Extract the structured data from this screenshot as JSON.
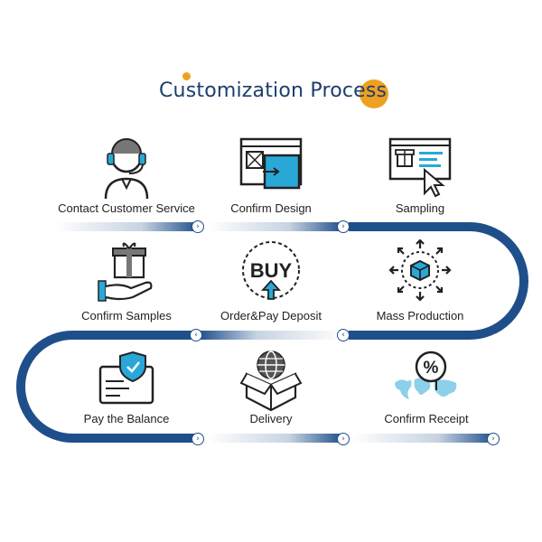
{
  "title": "Customization Process",
  "accent_color": "#f0a020",
  "track_color": "#1f4f8a",
  "steps": [
    {
      "label": "Contact Customer Service",
      "icon": "customer-service-headset-icon"
    },
    {
      "label": "Confirm Design",
      "icon": "design-window-icon"
    },
    {
      "label": "Sampling",
      "icon": "sample-web-cursor-icon"
    },
    {
      "label": "Confirm Samples",
      "icon": "gift-hand-icon"
    },
    {
      "label": "Order&Pay Deposit",
      "icon": "buy-badge-icon",
      "icon_text": "BUY"
    },
    {
      "label": "Mass Production",
      "icon": "cube-arrows-icon"
    },
    {
      "label": "Pay the Balance",
      "icon": "shield-card-icon"
    },
    {
      "label": "Delivery",
      "icon": "globe-box-icon"
    },
    {
      "label": "Confirm Receipt",
      "icon": "world-map-percent-icon",
      "icon_text": "%"
    }
  ]
}
